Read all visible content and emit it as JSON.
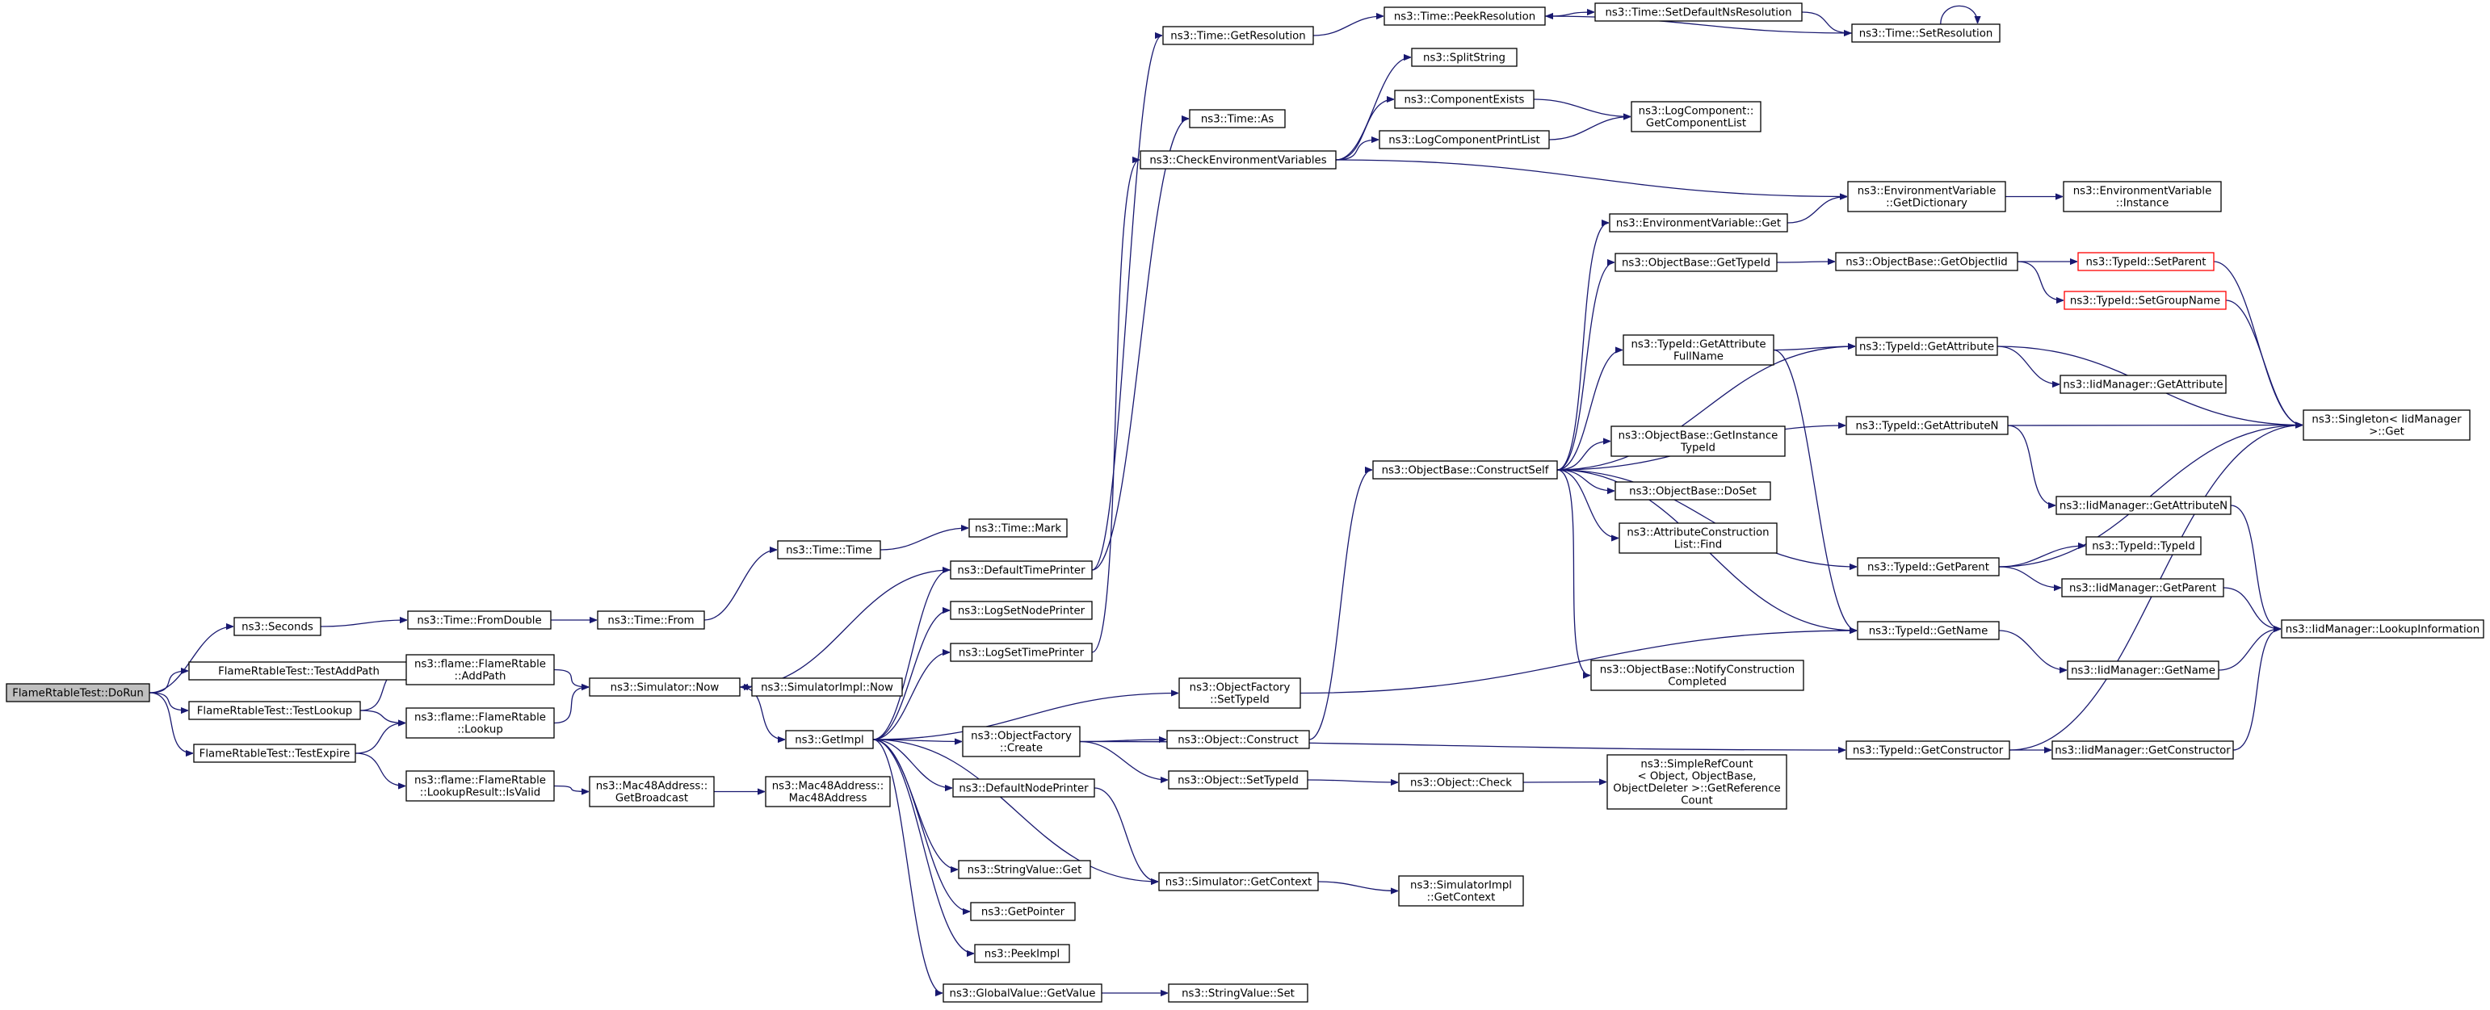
{
  "diagram": {
    "type": "call-graph",
    "edge_color": "#191970",
    "root_fill": "#bfbfbf",
    "truncated_border": "#ff0000",
    "nodes": [
      {
        "id": "dorun",
        "lines": [
          "FlameRtableTest::DoRun"
        ],
        "style": "root"
      },
      {
        "id": "seconds",
        "lines": [
          "ns3::Seconds"
        ]
      },
      {
        "id": "testaddpath",
        "lines": [
          "FlameRtableTest::TestAddPath"
        ]
      },
      {
        "id": "testlookup",
        "lines": [
          "FlameRtableTest::TestLookup"
        ]
      },
      {
        "id": "testexpire",
        "lines": [
          "FlameRtableTest::TestExpire"
        ]
      },
      {
        "id": "fromdouble",
        "lines": [
          "ns3::Time::FromDouble"
        ]
      },
      {
        "id": "addpath",
        "lines": [
          "ns3::flame::FlameRtable",
          "::AddPath"
        ]
      },
      {
        "id": "lookup",
        "lines": [
          "ns3::flame::FlameRtable",
          "::Lookup"
        ]
      },
      {
        "id": "isvalid",
        "lines": [
          "ns3::flame::FlameRtable",
          "::LookupResult::IsValid"
        ]
      },
      {
        "id": "from",
        "lines": [
          "ns3::Time::From"
        ]
      },
      {
        "id": "time",
        "lines": [
          "ns3::Time::Time"
        ]
      },
      {
        "id": "now",
        "lines": [
          "ns3::Simulator::Now"
        ]
      },
      {
        "id": "getbroadcast",
        "lines": [
          "ns3::Mac48Address::",
          "GetBroadcast"
        ]
      },
      {
        "id": "mac48",
        "lines": [
          "ns3::Mac48Address::",
          "Mac48Address"
        ]
      },
      {
        "id": "simimplnow",
        "lines": [
          "ns3::SimulatorImpl::Now"
        ]
      },
      {
        "id": "getimpl",
        "lines": [
          "ns3::GetImpl"
        ]
      },
      {
        "id": "mark",
        "lines": [
          "ns3::Time::Mark"
        ]
      },
      {
        "id": "deftimeprinter",
        "lines": [
          "ns3::DefaultTimePrinter"
        ]
      },
      {
        "id": "logsetnodeprinter",
        "lines": [
          "ns3::LogSetNodePrinter"
        ]
      },
      {
        "id": "logsettimeprinter",
        "lines": [
          "ns3::LogSetTimePrinter"
        ]
      },
      {
        "id": "objfactorycreate",
        "lines": [
          "ns3::ObjectFactory",
          "::Create"
        ]
      },
      {
        "id": "defnodeprinter",
        "lines": [
          "ns3::DefaultNodePrinter"
        ]
      },
      {
        "id": "stringvalueget",
        "lines": [
          "ns3::StringValue::Get"
        ]
      },
      {
        "id": "getpointer",
        "lines": [
          "ns3::GetPointer"
        ]
      },
      {
        "id": "peekimpl",
        "lines": [
          "ns3::PeekImpl"
        ]
      },
      {
        "id": "globalgetvalue",
        "lines": [
          "ns3::GlobalValue::GetValue"
        ]
      },
      {
        "id": "getresolution",
        "lines": [
          "ns3::Time::GetResolution"
        ]
      },
      {
        "id": "timeas",
        "lines": [
          "ns3::Time::As"
        ]
      },
      {
        "id": "checkenv",
        "lines": [
          "ns3::CheckEnvironmentVariables"
        ]
      },
      {
        "id": "setfactorytypeid",
        "lines": [
          "ns3::ObjectFactory",
          "::SetTypeId"
        ]
      },
      {
        "id": "objconstruct",
        "lines": [
          "ns3::Object::Construct"
        ]
      },
      {
        "id": "objsettypeid",
        "lines": [
          "ns3::Object::SetTypeId"
        ]
      },
      {
        "id": "simgetcontext",
        "lines": [
          "ns3::Simulator::GetContext"
        ]
      },
      {
        "id": "stringvalueset",
        "lines": [
          "ns3::StringValue::Set"
        ]
      },
      {
        "id": "peekresolution",
        "lines": [
          "ns3::Time::PeekResolution"
        ]
      },
      {
        "id": "splitstring",
        "lines": [
          "ns3::SplitString"
        ]
      },
      {
        "id": "componentexists",
        "lines": [
          "ns3::ComponentExists"
        ]
      },
      {
        "id": "logcomponentprintlist",
        "lines": [
          "ns3::LogComponentPrintList"
        ]
      },
      {
        "id": "constructself",
        "lines": [
          "ns3::ObjectBase::ConstructSelf"
        ]
      },
      {
        "id": "objcheck",
        "lines": [
          "ns3::Object::Check"
        ]
      },
      {
        "id": "simimplgetcontext",
        "lines": [
          "ns3::SimulatorImpl",
          "::GetContext"
        ]
      },
      {
        "id": "setdefaultns",
        "lines": [
          "ns3::Time::SetDefaultNsResolution"
        ]
      },
      {
        "id": "getcomponentlist",
        "lines": [
          "ns3::LogComponent::",
          "GetComponentList"
        ]
      },
      {
        "id": "envget",
        "lines": [
          "ns3::EnvironmentVariable::Get"
        ]
      },
      {
        "id": "objbasegettypeid",
        "lines": [
          "ns3::ObjectBase::GetTypeId"
        ]
      },
      {
        "id": "getattributefullname",
        "lines": [
          "ns3::TypeId::GetAttribute",
          "FullName"
        ]
      },
      {
        "id": "getinstancetypeid",
        "lines": [
          "ns3::ObjectBase::GetInstance",
          "TypeId"
        ]
      },
      {
        "id": "doset",
        "lines": [
          "ns3::ObjectBase::DoSet"
        ]
      },
      {
        "id": "attrconstructionfind",
        "lines": [
          "ns3::AttributeConstruction",
          "List::Find"
        ]
      },
      {
        "id": "notifyconstruction",
        "lines": [
          "ns3::ObjectBase::NotifyConstruction",
          "Completed"
        ]
      },
      {
        "id": "simplerefcount",
        "lines": [
          "ns3::SimpleRefCount",
          "< Object, ObjectBase,",
          "ObjectDeleter >::GetReference",
          "Count"
        ]
      },
      {
        "id": "setresolution",
        "lines": [
          "ns3::Time::SetResolution"
        ]
      },
      {
        "id": "envgetdictionary",
        "lines": [
          "ns3::EnvironmentVariable",
          "::GetDictionary"
        ]
      },
      {
        "id": "getobjectiid",
        "lines": [
          "ns3::ObjectBase::GetObjectIid"
        ]
      },
      {
        "id": "typeidgetattribute",
        "lines": [
          "ns3::TypeId::GetAttribute"
        ]
      },
      {
        "id": "getattributen",
        "lines": [
          "ns3::TypeId::GetAttributeN"
        ]
      },
      {
        "id": "getparent",
        "lines": [
          "ns3::TypeId::GetParent"
        ]
      },
      {
        "id": "getname",
        "lines": [
          "ns3::TypeId::GetName"
        ]
      },
      {
        "id": "getconstructor",
        "lines": [
          "ns3::TypeId::GetConstructor"
        ]
      },
      {
        "id": "envinstance",
        "lines": [
          "ns3::EnvironmentVariable",
          "::Instance"
        ]
      },
      {
        "id": "setparent",
        "lines": [
          "ns3::TypeId::SetParent"
        ],
        "style": "red"
      },
      {
        "id": "setgroupname",
        "lines": [
          "ns3::TypeId::SetGroupName"
        ],
        "style": "red"
      },
      {
        "id": "iidgetattribute",
        "lines": [
          "ns3::IidManager::GetAttribute"
        ]
      },
      {
        "id": "iidgetattributen",
        "lines": [
          "ns3::IidManager::GetAttributeN"
        ]
      },
      {
        "id": "typeidtypeid",
        "lines": [
          "ns3::TypeId::TypeId"
        ]
      },
      {
        "id": "iidgetparent",
        "lines": [
          "ns3::IidManager::GetParent"
        ]
      },
      {
        "id": "iidgetname",
        "lines": [
          "ns3::IidManager::GetName"
        ]
      },
      {
        "id": "iidgetconstructor",
        "lines": [
          "ns3::IidManager::GetConstructor"
        ]
      },
      {
        "id": "singletonget",
        "lines": [
          "ns3::Singleton< IidManager",
          ">::Get"
        ]
      },
      {
        "id": "lookupinformation",
        "lines": [
          "ns3::IidManager::LookupInformation"
        ]
      }
    ]
  }
}
